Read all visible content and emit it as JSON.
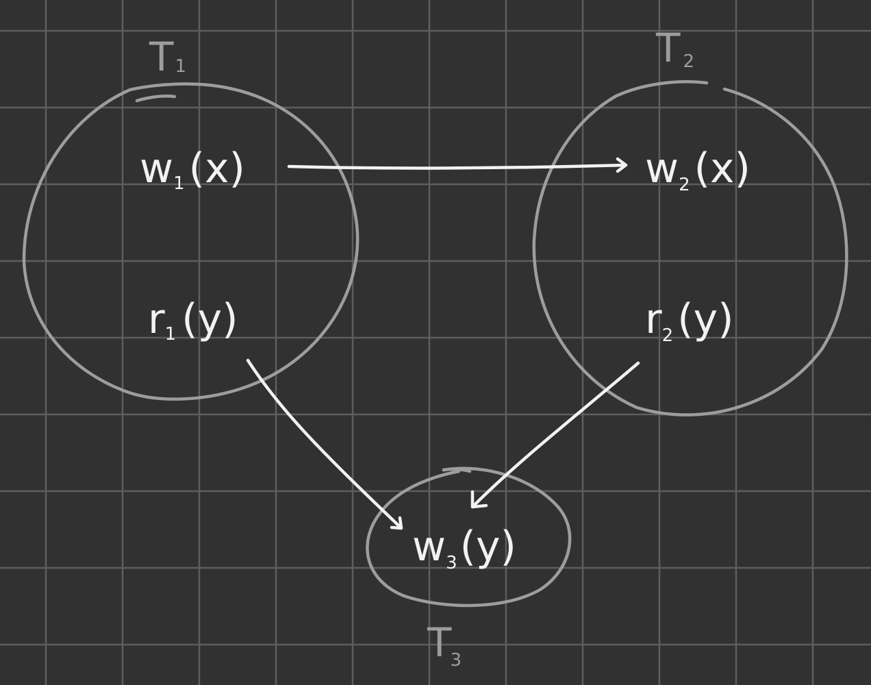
{
  "transactions": [
    {
      "id": "t1",
      "name": "T",
      "sub": "1"
    },
    {
      "id": "t2",
      "name": "T",
      "sub": "2"
    },
    {
      "id": "t3",
      "name": "T",
      "sub": "3"
    }
  ],
  "operations": [
    {
      "id": "w1x",
      "op": "w",
      "sub": "1",
      "arg": "(x)",
      "transaction": "t1"
    },
    {
      "id": "r1y",
      "op": "r",
      "sub": "1",
      "arg": "(y)",
      "transaction": "t1"
    },
    {
      "id": "w2x",
      "op": "w",
      "sub": "2",
      "arg": "(x)",
      "transaction": "t2"
    },
    {
      "id": "r2y",
      "op": "r",
      "sub": "2",
      "arg": "(y)",
      "transaction": "t2"
    },
    {
      "id": "w3y",
      "op": "w",
      "sub": "3",
      "arg": "(y)",
      "transaction": "t3"
    }
  ],
  "edges": [
    {
      "from": "w1x",
      "to": "w2x"
    },
    {
      "from": "r1y",
      "to": "w3y"
    },
    {
      "from": "r2y",
      "to": "w3y"
    }
  ]
}
